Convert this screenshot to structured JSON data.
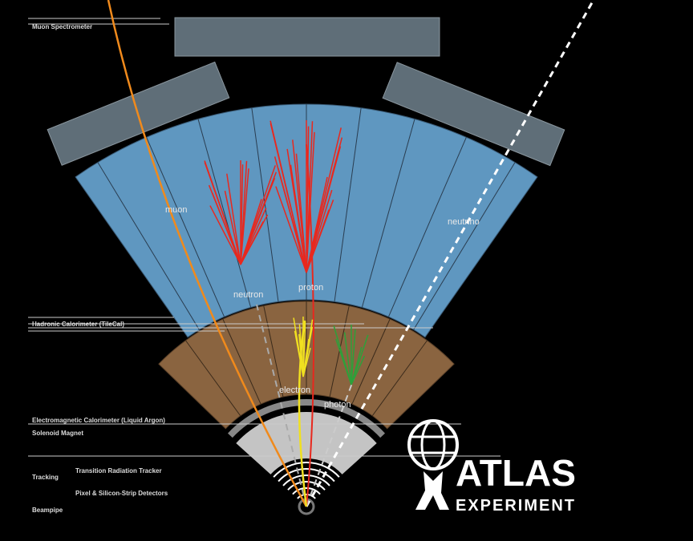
{
  "layers": {
    "muon": "Muon Spectrometer",
    "hadronic": "Hadronic Calorimeter (TileCal)",
    "em": "Electromagnetic Calorimeter (Liquid Argon)",
    "solenoid": "Solenoid Magnet",
    "tracking": "Tracking",
    "trt": "Transition Radiation Tracker",
    "pixel": "Pixel & Silicon-Strip Detectors",
    "beampipe": "Beampipe"
  },
  "particles": {
    "muon": "muon",
    "neutron": "neutron",
    "proton": "proton",
    "neutrino": "neutrino",
    "electron": "electron",
    "photon": "photon"
  },
  "logo": {
    "name": "ATLAS",
    "sub": "EXPERIMENT"
  },
  "colors": {
    "hadronic": "#5f97c0",
    "em": "#8a6440",
    "tracker": "#c4c4c4",
    "muon_chamber": "#5f6e78",
    "muon": "#f08a1c",
    "proton": "#e8281e",
    "electron": "#f0e020",
    "photon": "#2ea03a"
  }
}
